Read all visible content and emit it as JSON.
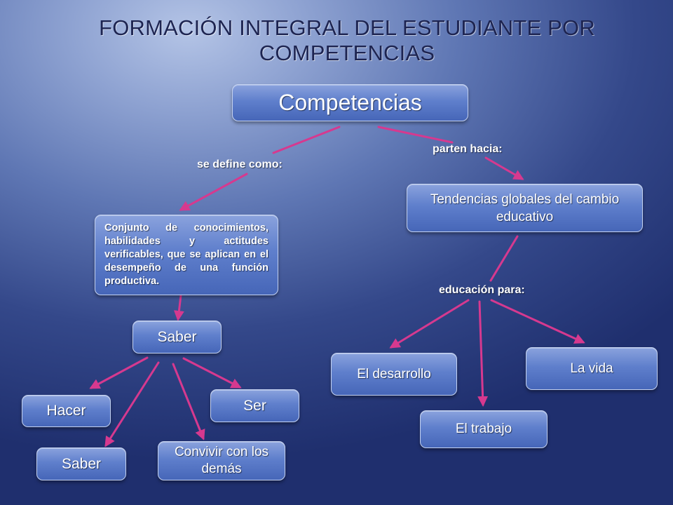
{
  "title": {
    "line1": "FORMACIÓN INTEGRAL DEL ESTUDIANTE POR",
    "line2": "COMPETENCIAS"
  },
  "nodes": {
    "competencias": "Competencias",
    "definition": "Conjunto de conocimientos, habilidades y actitudes verificables, que se aplican en el desempeño de una función productiva.",
    "tendencias": "Tendencias globales del cambio educativo",
    "saber_top": "Saber",
    "hacer": "Hacer",
    "saber_bottom": "Saber",
    "convivir": "Convivir con los demás",
    "ser": "Ser",
    "desarrollo": "El desarrollo",
    "trabajo": "El trabajo",
    "vida": "La vida"
  },
  "edge_labels": {
    "se_define": "se define como:",
    "parten": "parten hacia:",
    "educacion": "educación para:"
  },
  "colors": {
    "arrow": "#d6398f",
    "title_text": "#1d2451",
    "box_border": "#c3d1f0"
  }
}
